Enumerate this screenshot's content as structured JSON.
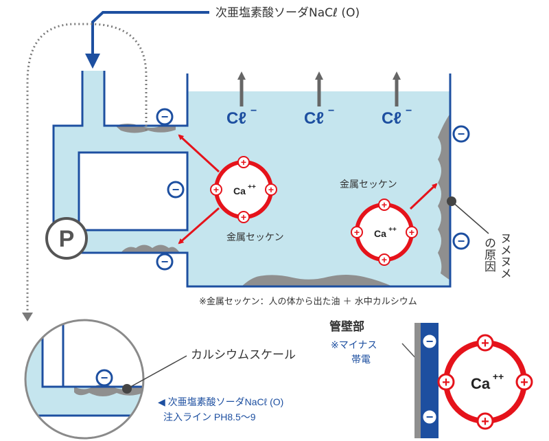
{
  "colors": {
    "water": "#c5e5ee",
    "pipe": "#1d4fa0",
    "scale": "#8f8f8f",
    "cation": "#e5131b",
    "arrow": "#666666",
    "text": "#333333"
  },
  "labels": {
    "injection_top": "次亜塩素酸ソーダNaCℓ (O)",
    "chloride": "Cℓ",
    "chloride_charge": "−",
    "metal_soap_right": "金属セッケン",
    "metal_soap_left": "金属セッケン",
    "slime_cause_line1": "ヌメヌメ",
    "slime_cause_line2": "の原因",
    "footnote": "※金属セッケン：人の体から出た油 ＋ 水中カルシウム",
    "pump": "P",
    "calcium_scale": "カルシウムスケール",
    "injection_line1": "◀ 次亜塩素酸ソーダNaCℓ (O)",
    "injection_line2": "注入ライン PH8.5〜9",
    "wall_title": "管壁部",
    "wall_note_line1": "※マイナス",
    "wall_note_line2": "帯電",
    "calcium_ion": "Ca",
    "calcium_charge": "++",
    "plus": "+",
    "minus": "−"
  }
}
